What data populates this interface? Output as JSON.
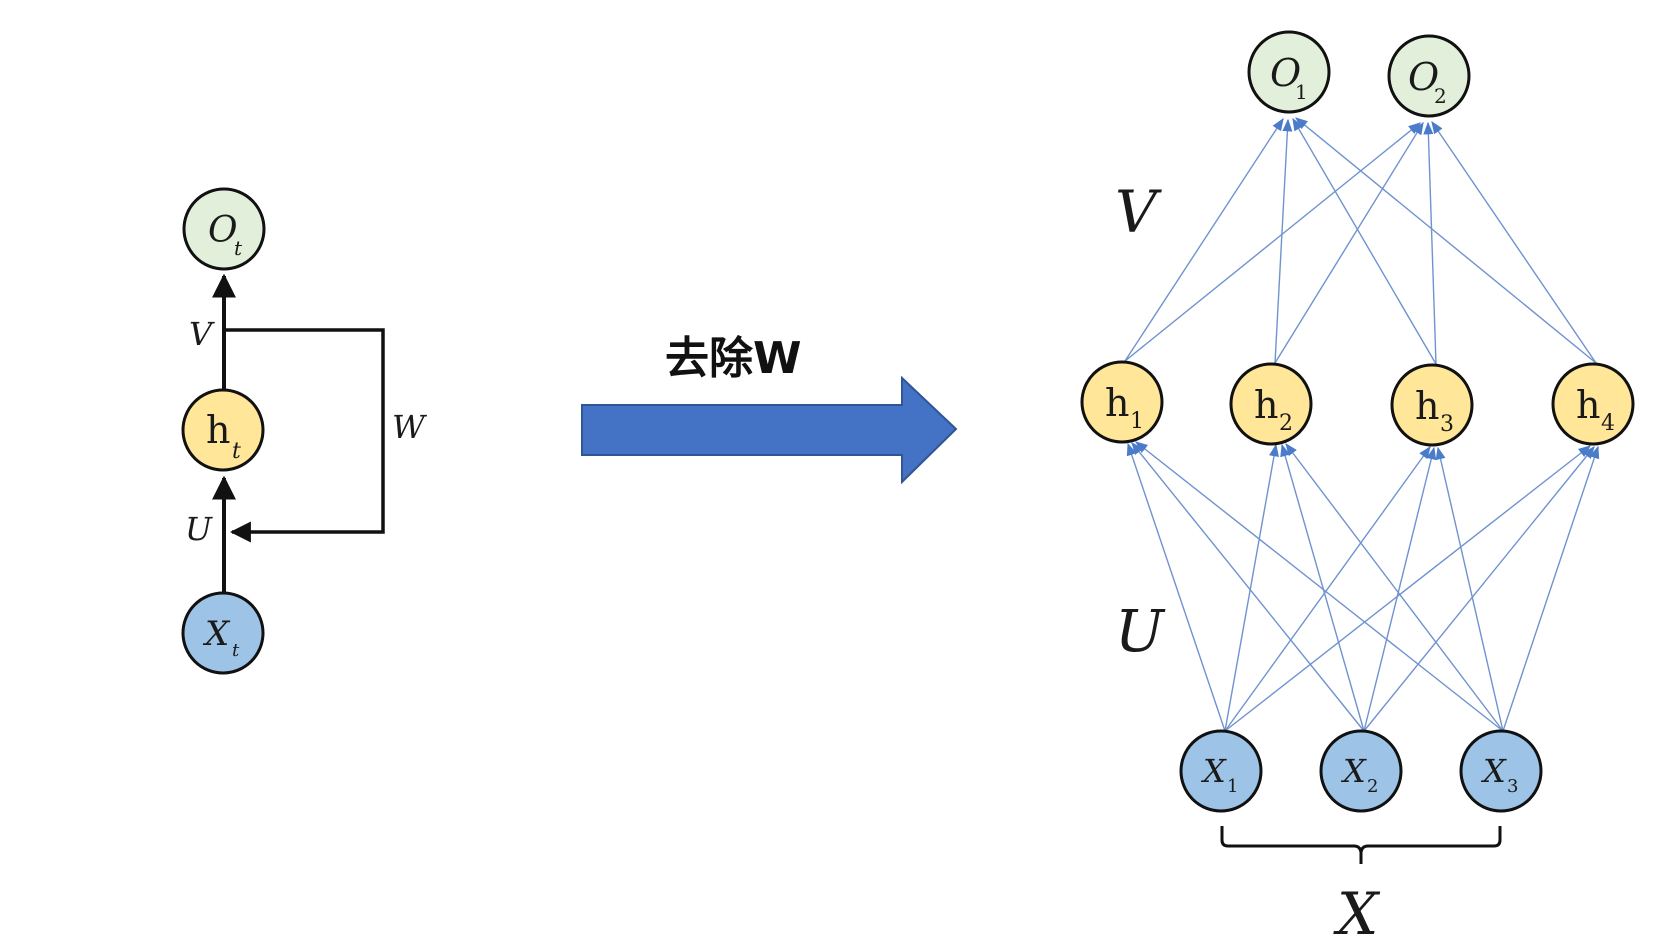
{
  "colors": {
    "output_fill": "#e2efda",
    "hidden_fill": "#ffe699",
    "input_fill": "#9dc3e6",
    "node_stroke": "#111111",
    "edge_blue": "#6f93cf",
    "arrow_fill": "#4472c4",
    "arrow_stroke": "#2f5597",
    "black": "#111111"
  },
  "left": {
    "output": {
      "main": "O",
      "sub": "t"
    },
    "hidden": {
      "main": "h",
      "sub": "t"
    },
    "input": {
      "main": "X",
      "sub": "t"
    },
    "label_V": "V",
    "label_U": "U",
    "label_W": "W"
  },
  "arrow": {
    "label": "去除W"
  },
  "right": {
    "outputs": [
      {
        "main": "O",
        "sub": "1"
      },
      {
        "main": "O",
        "sub": "2"
      }
    ],
    "hiddens": [
      {
        "main": "h",
        "sub": "1"
      },
      {
        "main": "h",
        "sub": "2"
      },
      {
        "main": "h",
        "sub": "3"
      },
      {
        "main": "h",
        "sub": "4"
      }
    ],
    "inputs": [
      {
        "main": "X",
        "sub": "1"
      },
      {
        "main": "X",
        "sub": "2"
      },
      {
        "main": "X",
        "sub": "3"
      }
    ],
    "label_V": "V",
    "label_U": "U",
    "label_X": "X"
  }
}
